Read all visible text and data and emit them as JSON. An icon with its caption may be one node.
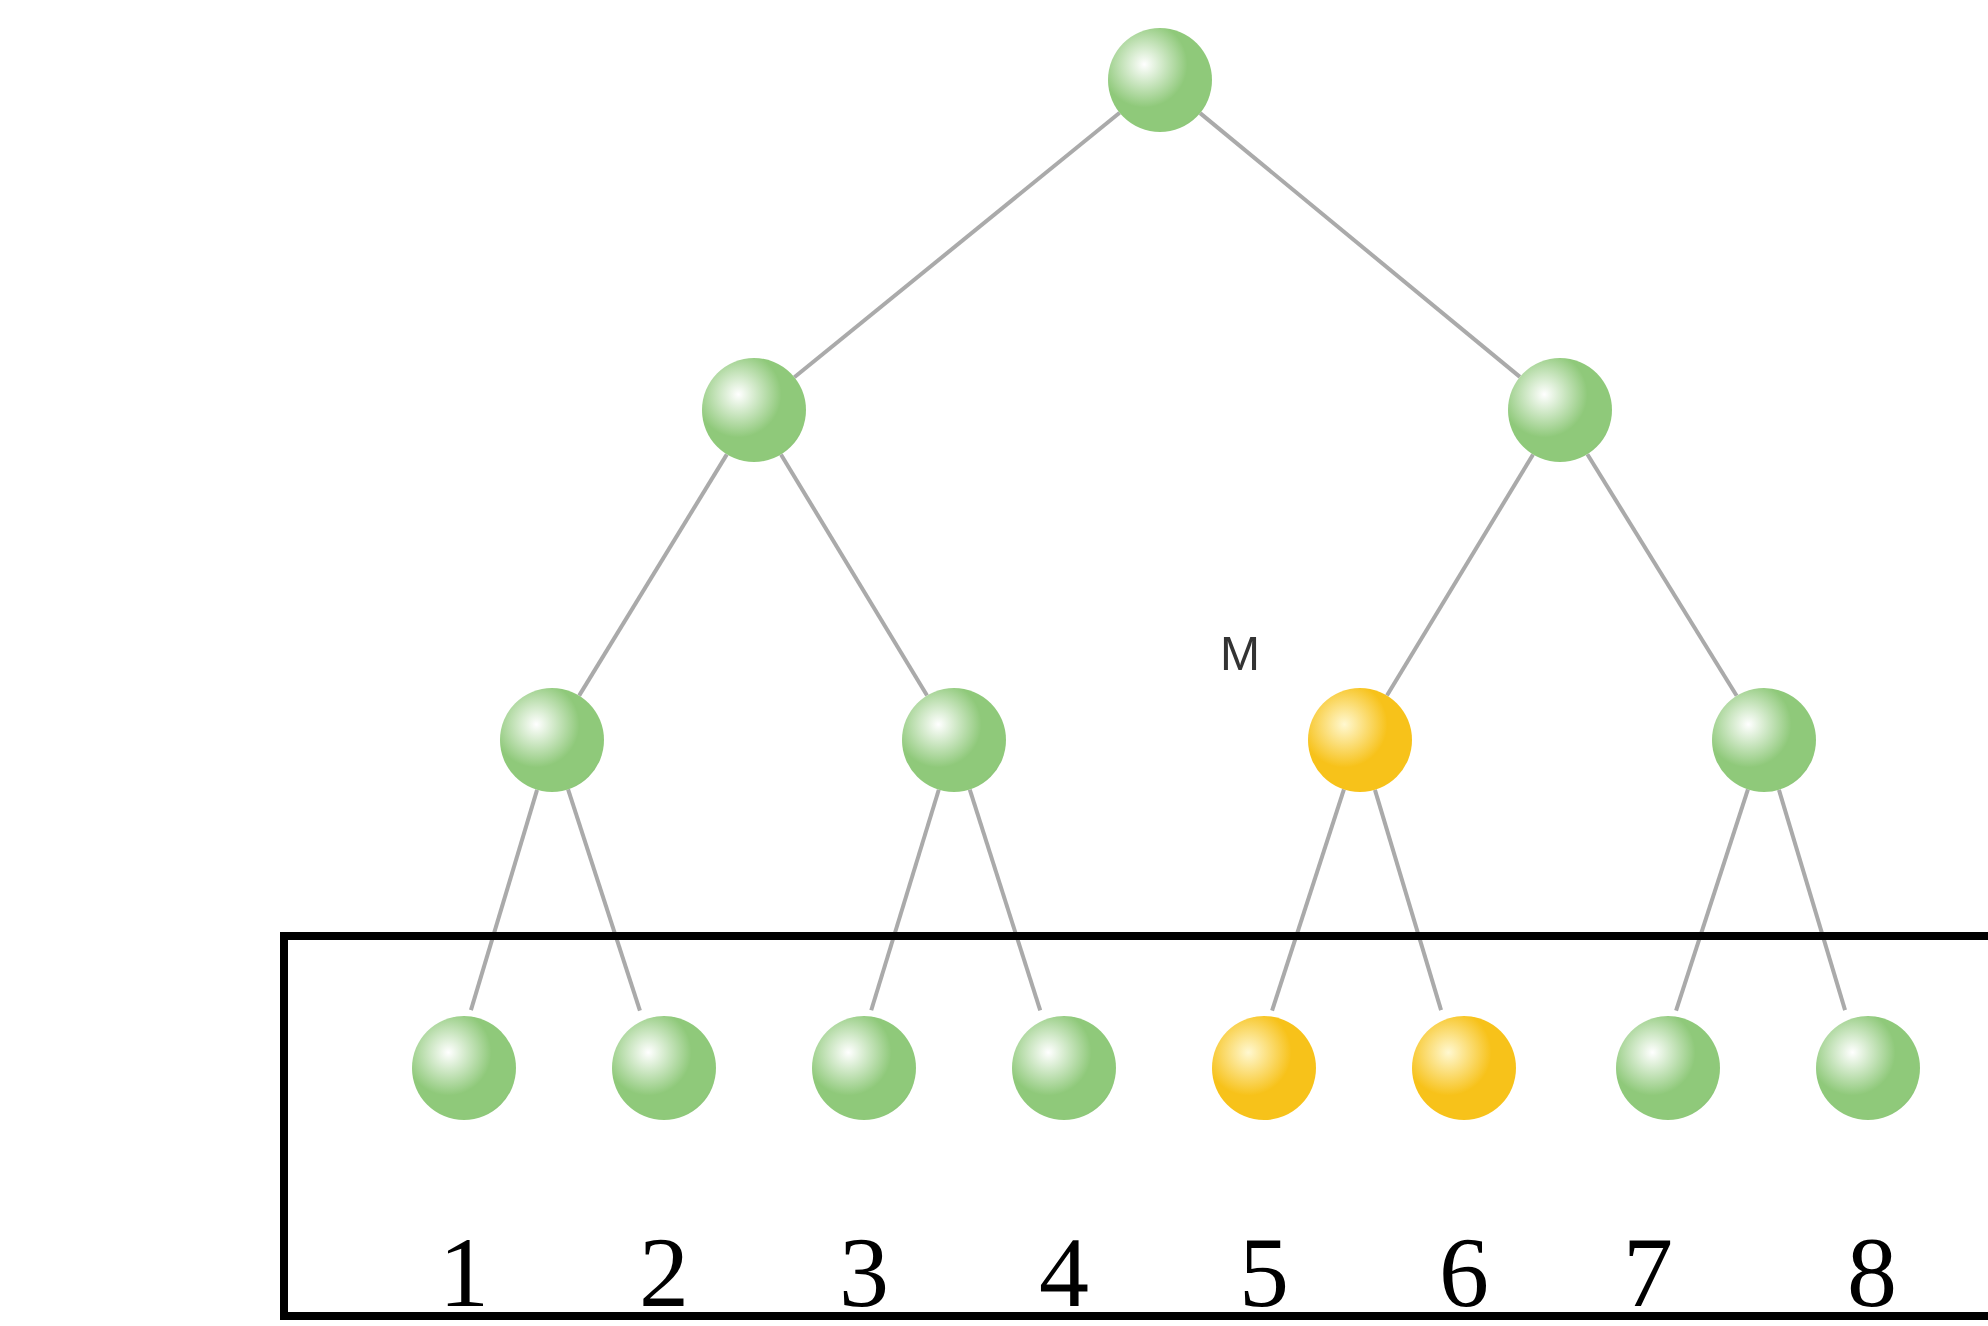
{
  "diagram": {
    "nodes": [
      {
        "text": [],
        "shape": "circle"
      },
      {
        "text": [],
        "shape": "circle"
      },
      {
        "text": [],
        "shape": "circle"
      },
      {
        "text": [],
        "shape": "circle"
      },
      {
        "text": [],
        "shape": "circle"
      },
      {
        "text": [],
        "shape": "circle",
        "beside": [
          "M"
        ]
      },
      {
        "text": [],
        "shape": "circle"
      },
      {
        "text": [],
        "shape": "box"
      },
      {
        "text": [],
        "shape": "circle",
        "in": 7,
        "beside": [
          "1"
        ]
      },
      {
        "text": [],
        "shape": "circle",
        "in": 7,
        "beside": [
          "2"
        ]
      },
      {
        "text": [],
        "shape": "circle",
        "in": 7,
        "beside": [
          "3"
        ]
      },
      {
        "text": [],
        "shape": "circle",
        "in": 7,
        "beside": [
          "4"
        ]
      },
      {
        "text": [],
        "shape": "circle",
        "in": 7,
        "beside": [
          "5"
        ]
      },
      {
        "text": [],
        "shape": "circle",
        "in": 7,
        "beside": [
          "6"
        ]
      },
      {
        "text": [],
        "shape": "circle",
        "in": 7,
        "beside": [
          "7"
        ]
      },
      {
        "text": [],
        "shape": "circle",
        "in": 7,
        "beside": [
          "8"
        ]
      }
    ],
    "edges": [
      {
        "from": 0,
        "to": 1,
        "arrow": "none"
      },
      {
        "from": 0,
        "to": 2,
        "arrow": "none"
      },
      {
        "from": 1,
        "to": 3,
        "arrow": "none"
      },
      {
        "from": 1,
        "to": 4,
        "arrow": "none"
      },
      {
        "from": 2,
        "to": 5,
        "arrow": "none"
      },
      {
        "from": 2,
        "to": 6,
        "arrow": "none"
      },
      {
        "from": 3,
        "to": 8,
        "arrow": "none"
      },
      {
        "from": 3,
        "to": 9,
        "arrow": "none"
      },
      {
        "from": 4,
        "to": 10,
        "arrow": "none"
      },
      {
        "from": 4,
        "to": 11,
        "arrow": "none"
      },
      {
        "from": 5,
        "to": 12,
        "arrow": "none"
      },
      {
        "from": 5,
        "to": 13,
        "arrow": "none"
      },
      {
        "from": 6,
        "to": 14,
        "arrow": "none"
      },
      {
        "from": 6,
        "to": 15,
        "arrow": "none"
      }
    ]
  }
}
